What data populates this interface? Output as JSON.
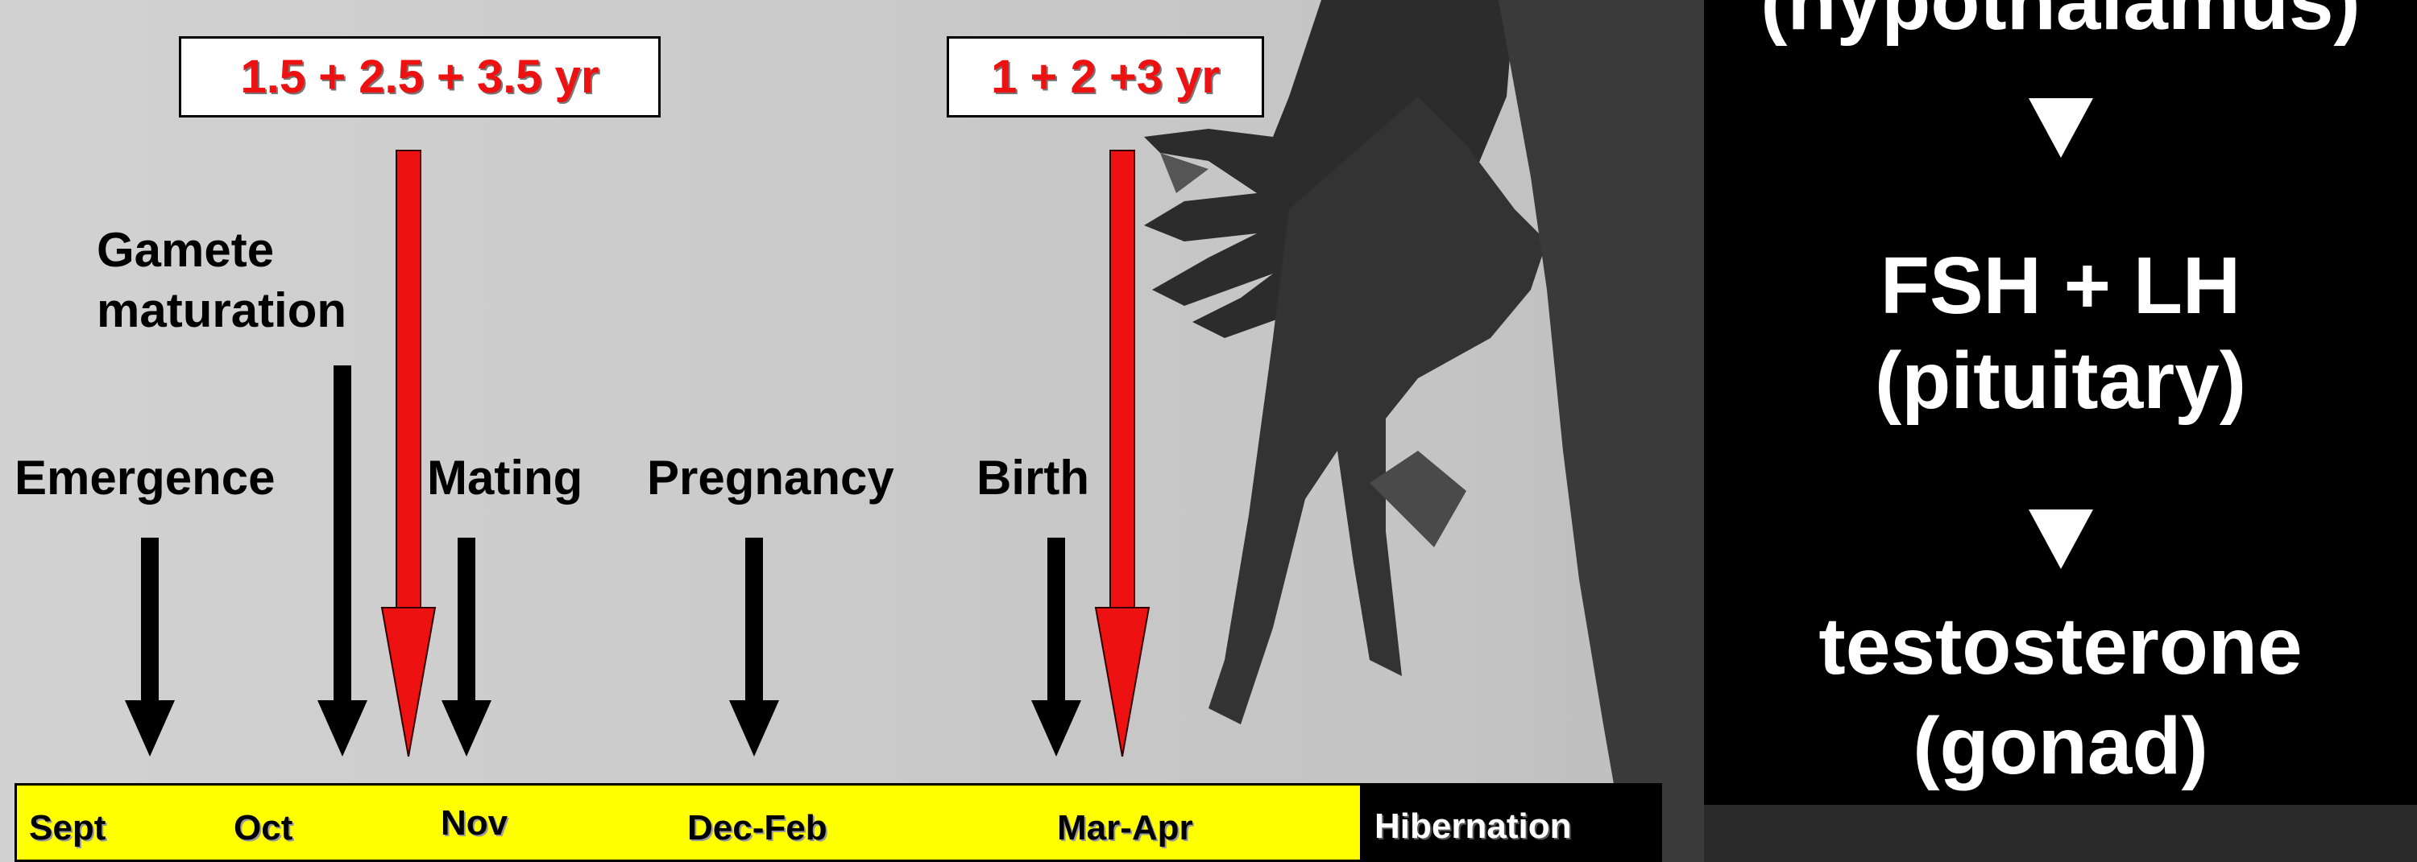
{
  "events": {
    "emergence": "Emergence",
    "gamete_line1": "Gamete",
    "gamete_line2": "maturation",
    "mating": "Mating",
    "pregnancy": "Pregnancy",
    "birth": "Birth"
  },
  "age_boxes": {
    "mating_ages": "1.5 + 2.5 + 3.5 yr",
    "birth_ages": "1 + 2 +3 yr"
  },
  "months": {
    "sept": "Sept",
    "oct": "Oct",
    "nov": "Nov",
    "dec_feb": "Dec-Feb",
    "mar_apr": "Mar-Apr",
    "hibernation": "Hibernation"
  },
  "hormone_cascade": {
    "top_partial": "(hypothalamus)",
    "fsh_lh": "FSH + LH",
    "pituitary": "(pituitary)",
    "testosterone": "testosterone",
    "gonad": "(gonad)"
  },
  "colors": {
    "red_arrow": "#ee1111",
    "timeline_bar": "#ffff00",
    "panel": "#000000",
    "background": "#cbcbcb"
  }
}
